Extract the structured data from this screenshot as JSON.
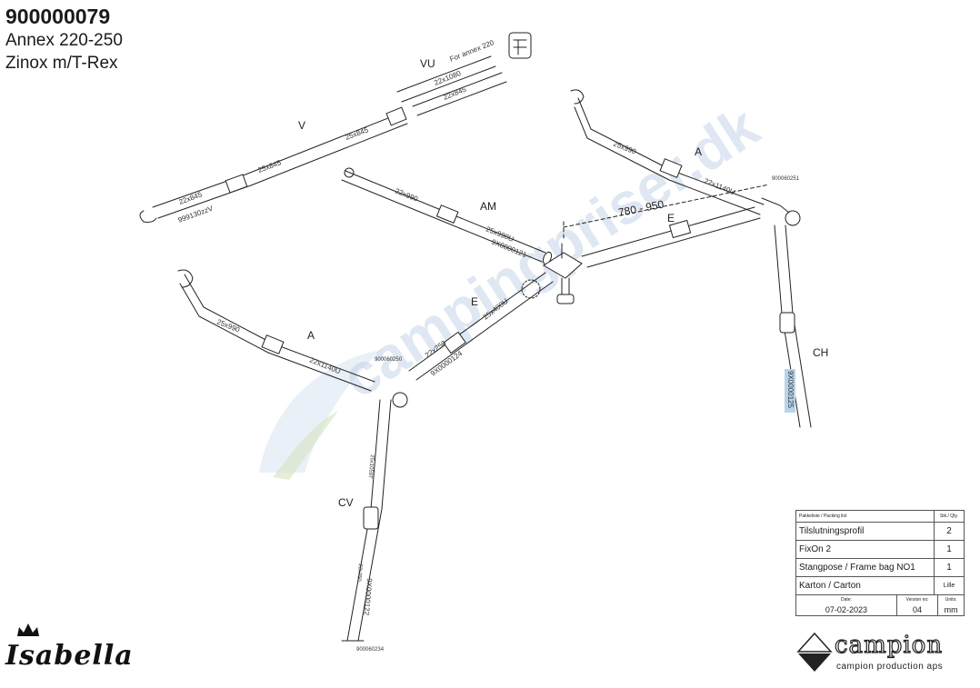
{
  "header": {
    "part_number": "900000079",
    "line1": "Annex 220-250",
    "line2": "Zinox m/T-Rex"
  },
  "watermark": "campingpriser.dk",
  "parts": {
    "vu": "VU",
    "vu_note": "For annex 220",
    "vu_tube1": "22x1080",
    "vu_tube2": "22x845",
    "v": "V",
    "v_tube1": "25x845",
    "v_tube2": "25x845",
    "v_tube3": "22x845",
    "v_code": "999130zzV",
    "am": "AM",
    "am_tube1": "22x990",
    "am_tube2": "25x990U",
    "am_code": "9X0000121",
    "a_right": "A",
    "a_right_tube1": "25x990",
    "a_right_tube2": "22x1140U",
    "a_right_code": "900060251",
    "a_left": "A",
    "a_left_tube1": "25x990",
    "a_left_tube2": "22x1140U",
    "a_left_code": "900060250",
    "dimension": "780 - 950",
    "e_right": "E",
    "e_left": "E",
    "e_left_tube1": "25x400U",
    "e_left_tube2": "22x250",
    "e_left_code": "9X0000124",
    "ch": "CH",
    "ch_code": "9X0000125",
    "cv": "CV",
    "cv_tube1": "25x1059T",
    "cv_tube2": "22x750",
    "cv_code": "9X0000122",
    "cv_foot_code": "900060234"
  },
  "packing": {
    "title": "Pakkeliste / Packing list",
    "qty_header": "Stk./ Qty.",
    "items": [
      {
        "name": "Tilslutningsprofil",
        "qty": "2"
      },
      {
        "name": "FixOn 2",
        "qty": "1"
      },
      {
        "name": "Stangpose / Frame bag NO1",
        "qty": "1"
      },
      {
        "name": "Karton / Carton",
        "qty": "Lille"
      }
    ],
    "date_label": "Date:",
    "date": "07-02-2023",
    "version_label": "Version no:",
    "version": "04",
    "units_label": "Units:",
    "units": "mm"
  },
  "brand_left": "Isabella",
  "brand_right": {
    "name": "campion",
    "tagline": "campion production aps"
  }
}
